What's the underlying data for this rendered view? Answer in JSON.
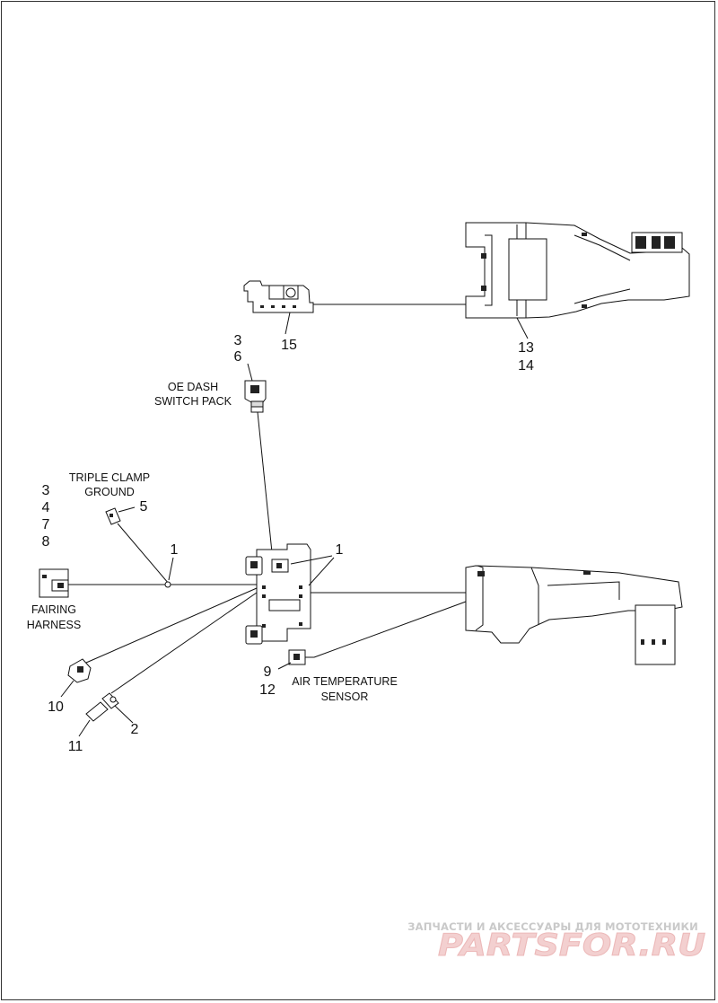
{
  "callouts": {
    "c15": "15",
    "c13": "13",
    "c14": "14",
    "c3a": "3",
    "c6": "6",
    "c3b": "3",
    "c4": "4",
    "c7": "7",
    "c8": "8",
    "c5": "5",
    "c1a": "1",
    "c1b": "1",
    "c9": "9",
    "c12": "12",
    "c10": "10",
    "c11": "11",
    "c2": "2"
  },
  "labels": {
    "oe_dash_line1": "OE DASH",
    "oe_dash_line2": "SWITCH PACK",
    "triple_clamp_line1": "TRIPLE CLAMP",
    "triple_clamp_line2": "GROUND",
    "fairing_line1": "FAIRING",
    "fairing_line2": "HARNESS",
    "air_temp_line1": "AIR TEMPERATURE",
    "air_temp_line2": "SENSOR"
  },
  "watermark": {
    "tagline": "ЗАПЧАСТИ И АКСЕССУАРЫ ДЛЯ МОТОТЕХНИКИ",
    "logo": "PARTSFOR.RU"
  }
}
